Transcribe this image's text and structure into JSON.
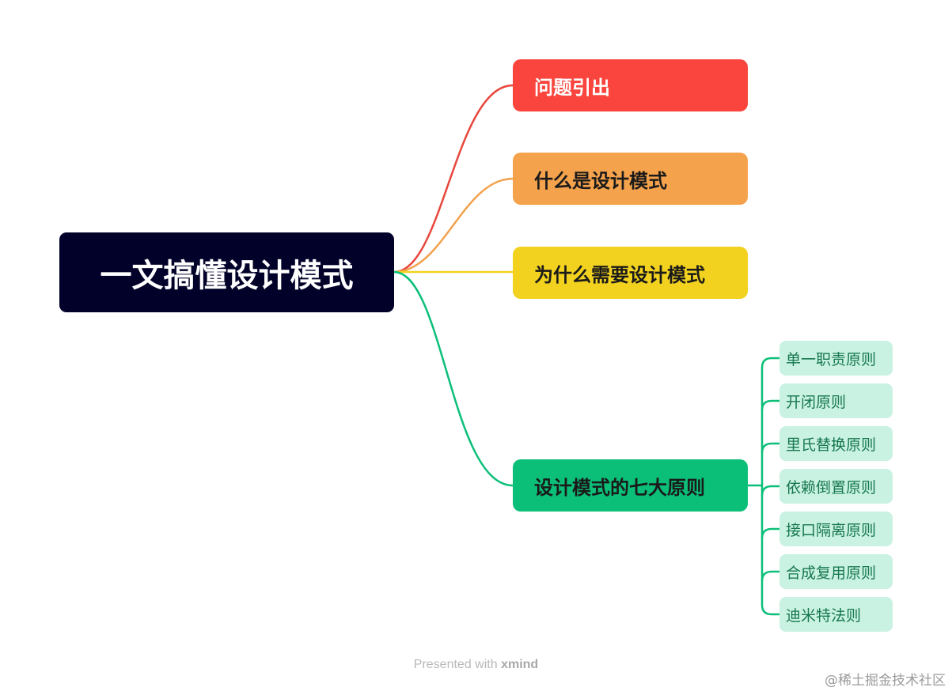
{
  "mindmap": {
    "root": {
      "label": "一文搞懂设计模式"
    },
    "branches": [
      {
        "label": "问题引出",
        "color": "#f9453d"
      },
      {
        "label": "什么是设计模式",
        "color": "#f5a24c"
      },
      {
        "label": "为什么需要设计模式",
        "color": "#f2d21f"
      },
      {
        "label": "设计模式的七大原则",
        "color": "#0bbf78",
        "children": [
          "单一职责原则",
          "开闭原则",
          "里氏替换原则",
          "依赖倒置原则",
          "接口隔离原则",
          "合成复用原则",
          "迪米特法则"
        ]
      }
    ]
  },
  "footer": {
    "prefix": "Presented with",
    "brand": "xmind"
  },
  "watermark": "@稀土掘金技术社区",
  "colors": {
    "root_bg": "#020129",
    "leaf_bg": "#c9f2e2",
    "leaf_text": "#17784f"
  }
}
